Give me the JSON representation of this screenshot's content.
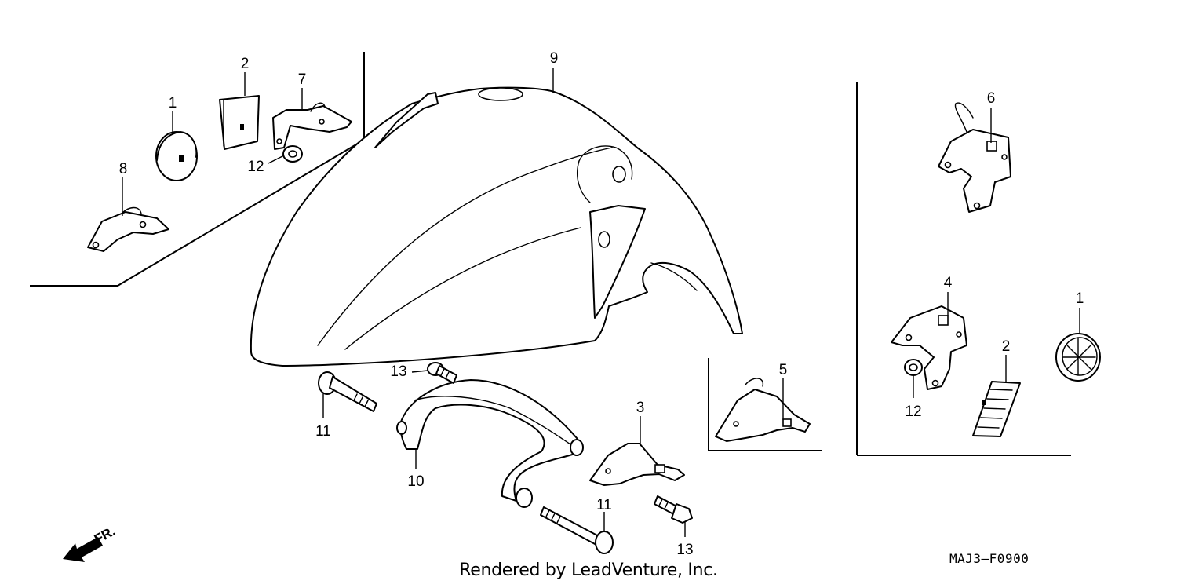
{
  "diagram": {
    "callouts": {
      "c1_left": "1",
      "c2_left": "2",
      "c7": "7",
      "c8": "8",
      "c12_left": "12",
      "c9": "9",
      "c6": "6",
      "c4": "4",
      "c1_right": "1",
      "c2_right": "2",
      "c12_right": "12",
      "c5": "5",
      "c3": "3",
      "c13_top": "13",
      "c11_left": "11",
      "c10": "10",
      "c11_bottom": "11",
      "c13_bottom": "13"
    },
    "front_arrow_label": "FR.",
    "credit": "Rendered by LeadVenture, Inc.",
    "diagram_code": "MAJ3—F0900"
  }
}
